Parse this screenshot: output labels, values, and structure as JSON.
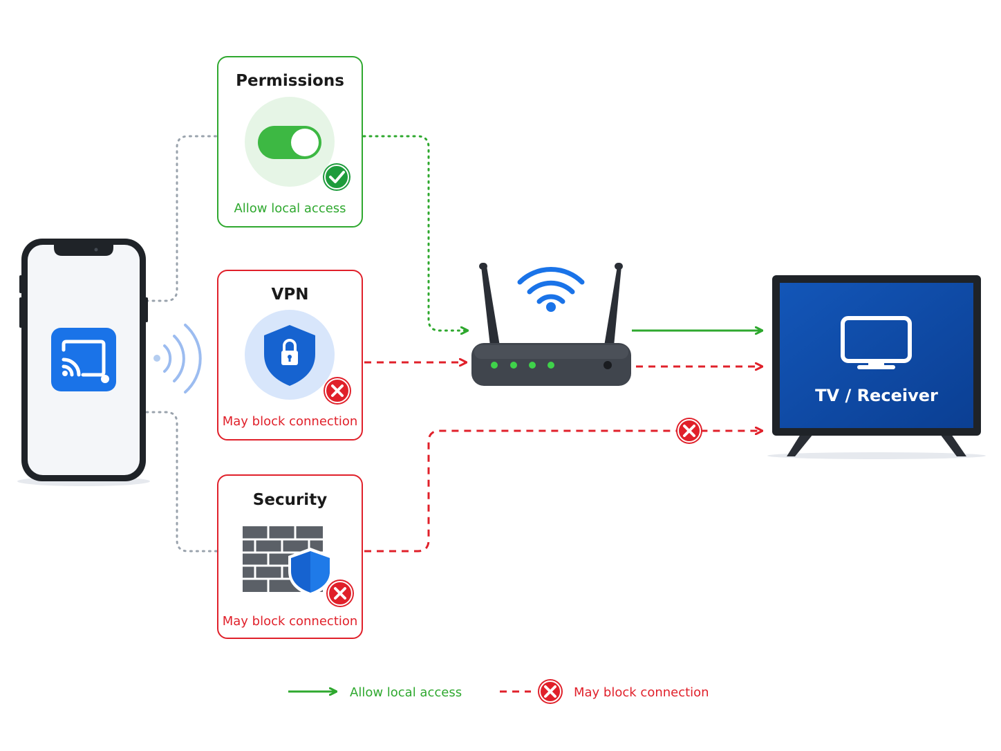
{
  "colors": {
    "allow": "#2ea82e",
    "block": "#e0202a",
    "neutral": "#9aa3ad",
    "accent_blue": "#1a73e8",
    "tv_screen": "#0d4aa8",
    "device_dark": "#1f2328"
  },
  "cards": {
    "permissions": {
      "title": "Permissions",
      "caption": "Allow local access",
      "icon": "toggle-on-icon",
      "status": "check-icon"
    },
    "vpn": {
      "title": "VPN",
      "caption": "May block connection",
      "icon": "vpn-shield-lock-icon",
      "status": "x-icon"
    },
    "security": {
      "title": "Security",
      "caption": "May block connection",
      "icon": "firewall-shield-icon",
      "status": "x-icon"
    }
  },
  "devices": {
    "phone": {
      "icon": "cast-app-icon"
    },
    "router": {
      "icon": "wifi-icon"
    },
    "tv": {
      "label": "TV / Receiver",
      "icon": "monitor-icon"
    }
  },
  "legend": {
    "allow_label": "Allow local access",
    "block_label": "May block connection"
  }
}
